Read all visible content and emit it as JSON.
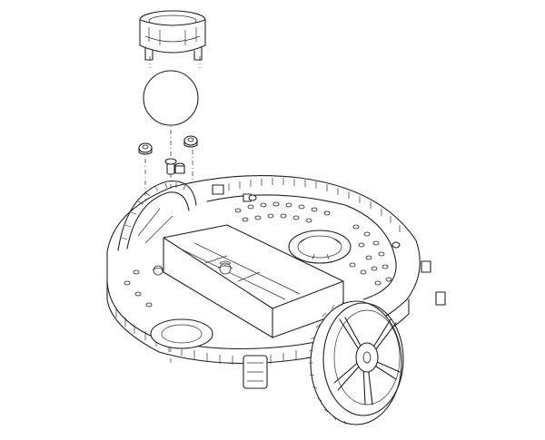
{
  "figure": {
    "type": "exploded-assembly-drawing",
    "style": "black line art on white background",
    "parts": [
      {
        "id": "caster-housing",
        "icon": "ball-caster-housing-icon"
      },
      {
        "id": "caster-ball",
        "icon": "ball-icon"
      },
      {
        "id": "caster-nut-left",
        "icon": "nut-icon"
      },
      {
        "id": "caster-nut-right",
        "icon": "nut-icon"
      },
      {
        "id": "caster-screws",
        "icon": "screw-icon"
      },
      {
        "id": "chassis",
        "icon": "robot-chassis-icon"
      },
      {
        "id": "wheel-left",
        "icon": "wheel-icon"
      },
      {
        "id": "wheel-right",
        "icon": "wheel-icon"
      },
      {
        "id": "gearmotors",
        "icon": "gearmotor-icon"
      }
    ],
    "colors": {
      "line": "#222222",
      "background": "#ffffff"
    }
  }
}
